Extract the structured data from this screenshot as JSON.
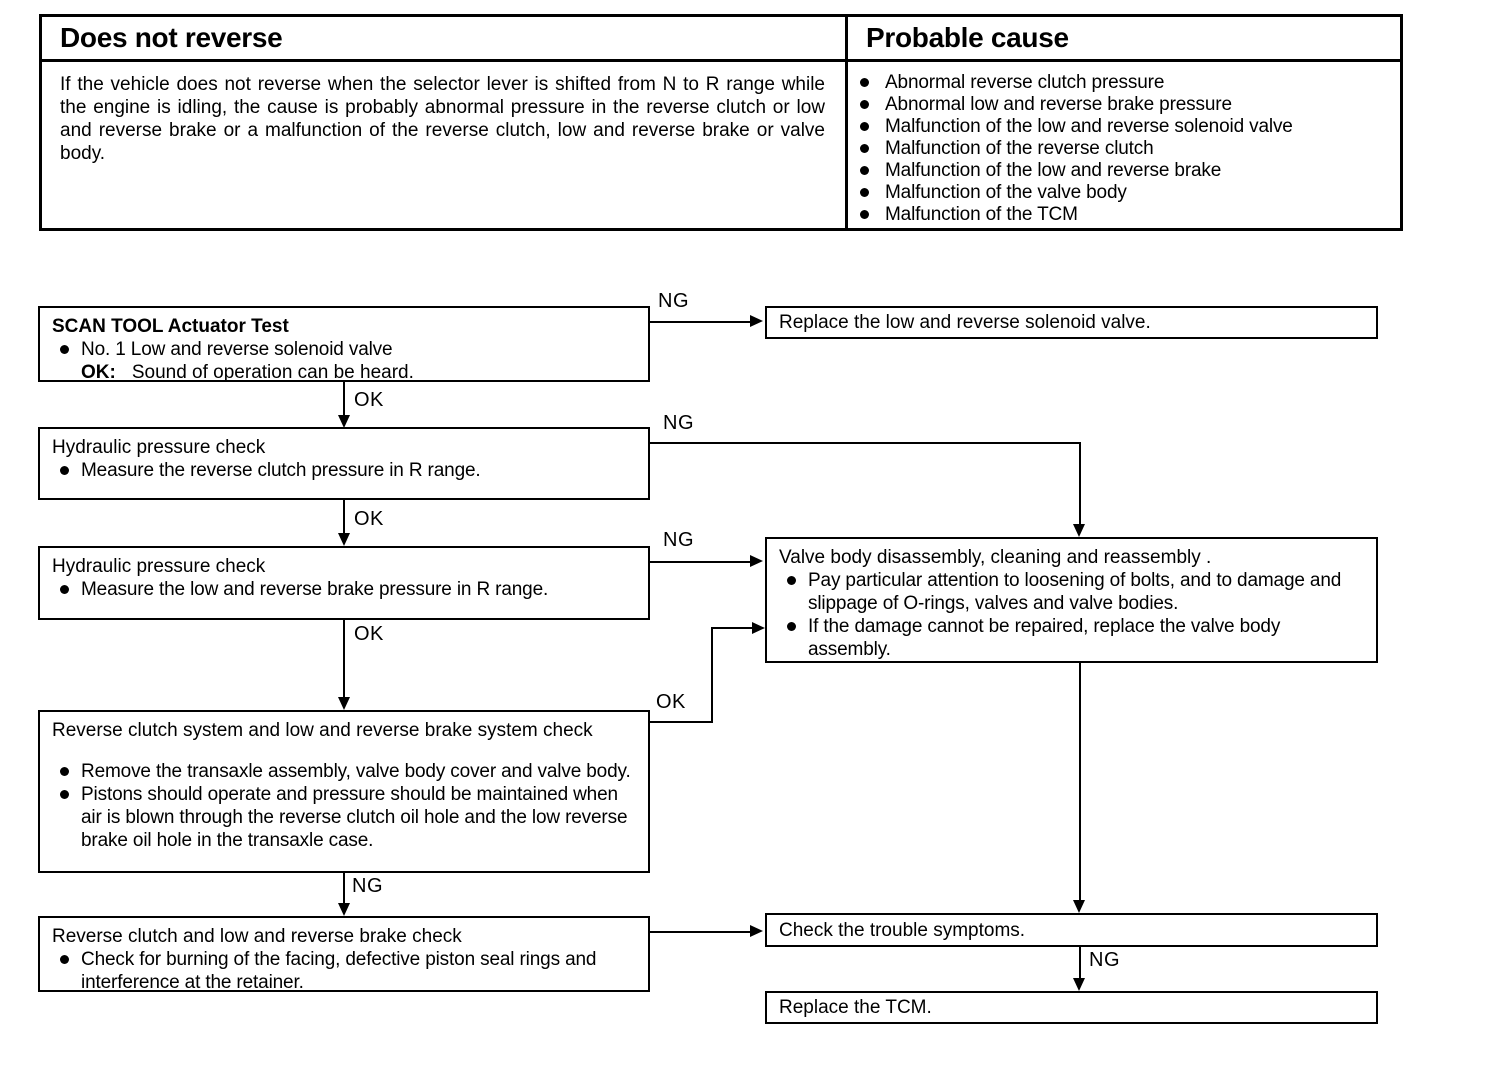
{
  "table": {
    "symptom_header": "Does not reverse",
    "cause_header": "Probable cause",
    "symptom_text": "If the vehicle does not reverse when the selector lever is shifted from N to R range while the engine is idling, the cause is probably abnormal pressure in the reverse clutch or low and reverse brake or a malfunction of the reverse clutch, low and reverse brake or valve body.",
    "causes": [
      "Abnormal reverse clutch pressure",
      "Abnormal low and reverse brake pressure",
      "Malfunction of the low and reverse solenoid valve",
      "Malfunction of the reverse clutch",
      "Malfunction of the low and reverse brake",
      "Malfunction of the valve body",
      "Malfunction of the TCM"
    ]
  },
  "flow": {
    "labels": {
      "ng": "NG",
      "ok": "OK"
    },
    "scan_tool": {
      "title": "SCAN TOOL Actuator Test",
      "bullet": "No. 1 Low and reverse solenoid valve",
      "ok_prefix": "OK:",
      "ok_text": "Sound of operation can be heard."
    },
    "replace_solenoid": {
      "text": "Replace the low and reverse solenoid valve."
    },
    "hydraulic_1": {
      "title": "Hydraulic pressure check",
      "bullet": "Measure the reverse clutch pressure in R range."
    },
    "hydraulic_2": {
      "title": "Hydraulic pressure check",
      "bullet": "Measure the low and reverse brake pressure in R range."
    },
    "valve_body": {
      "title": "Valve body disassembly, cleaning and reassembly .",
      "bullets": [
        "Pay particular attention to loosening of bolts, and to damage and slippage of O-rings, valves and valve bodies.",
        "If the damage cannot be repaired, replace the valve body assembly."
      ]
    },
    "system_check": {
      "title": "Reverse clutch system and low and reverse brake system check",
      "bullets": [
        "Remove the transaxle assembly, valve body cover and valve body.",
        "Pistons should operate and pressure should be maintained when air is blown through the reverse clutch oil hole and the low reverse brake oil hole in the transaxle case."
      ]
    },
    "brake_check": {
      "title": "Reverse clutch and low and reverse brake check",
      "bullet": "Check for burning of the facing, defective piston seal rings and interference at the retainer."
    },
    "check_symptoms": {
      "text": "Check the trouble symptoms."
    },
    "replace_tcm": {
      "text": "Replace the TCM."
    }
  }
}
